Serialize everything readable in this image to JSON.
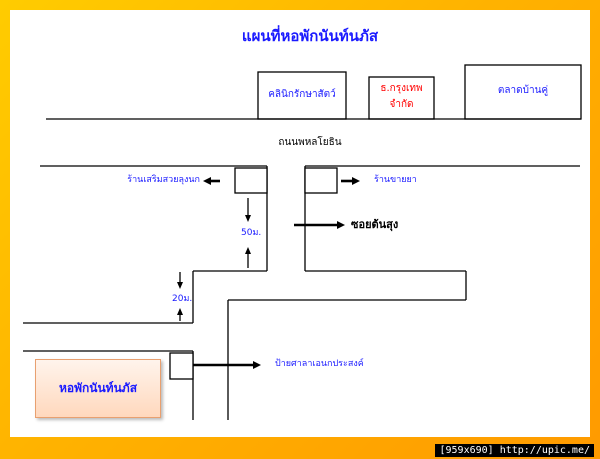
{
  "title": "แผนที่หอพักนันท์นภัส",
  "places": {
    "clinic": "คลินิกรักษาสัตว์",
    "bank_line1": "ธ.กรุงเทพ",
    "bank_line2": "จำกัด",
    "market": "ตลาดบ้านคู่",
    "main_road": "ถนนพหลโยธิน",
    "beauty_shop": "ร้านเสริมสวยลุงนก",
    "pharmacy": "ร้านขายยา",
    "soi": "ซอยต้นสุง",
    "distance_50": "50ม.",
    "distance_20": "20ม.",
    "bus_stop": "ป้ายศาลาเอนกประสงค์",
    "dorm": "หอพักนันท์นภัส"
  },
  "footer": "[959x690] http://upic.me/"
}
